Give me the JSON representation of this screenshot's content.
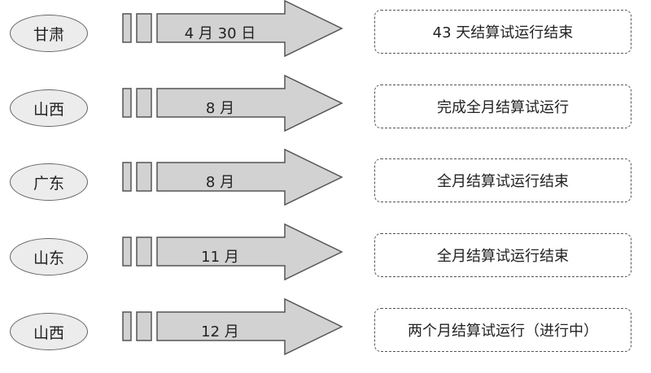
{
  "colors": {
    "oval_fill": "#ececec",
    "oval_stroke": "#666666",
    "arrow_fill": "#d2d2d2",
    "arrow_stroke": "#555555",
    "box_border": "#555555",
    "text": "#222222"
  },
  "rows": [
    {
      "province": "甘肃",
      "date": "4 月 30 日",
      "status": "43 天结算试运行结束"
    },
    {
      "province": "山西",
      "date": "8 月",
      "status": "完成全月结算试运行"
    },
    {
      "province": "广东",
      "date": "8 月",
      "status": "全月结算试运行结束"
    },
    {
      "province": "山东",
      "date": "11 月",
      "status": "全月结算试运行结束"
    },
    {
      "province": "山西",
      "date": "12 月",
      "status": "两个月结算试运行（进行中）"
    }
  ]
}
